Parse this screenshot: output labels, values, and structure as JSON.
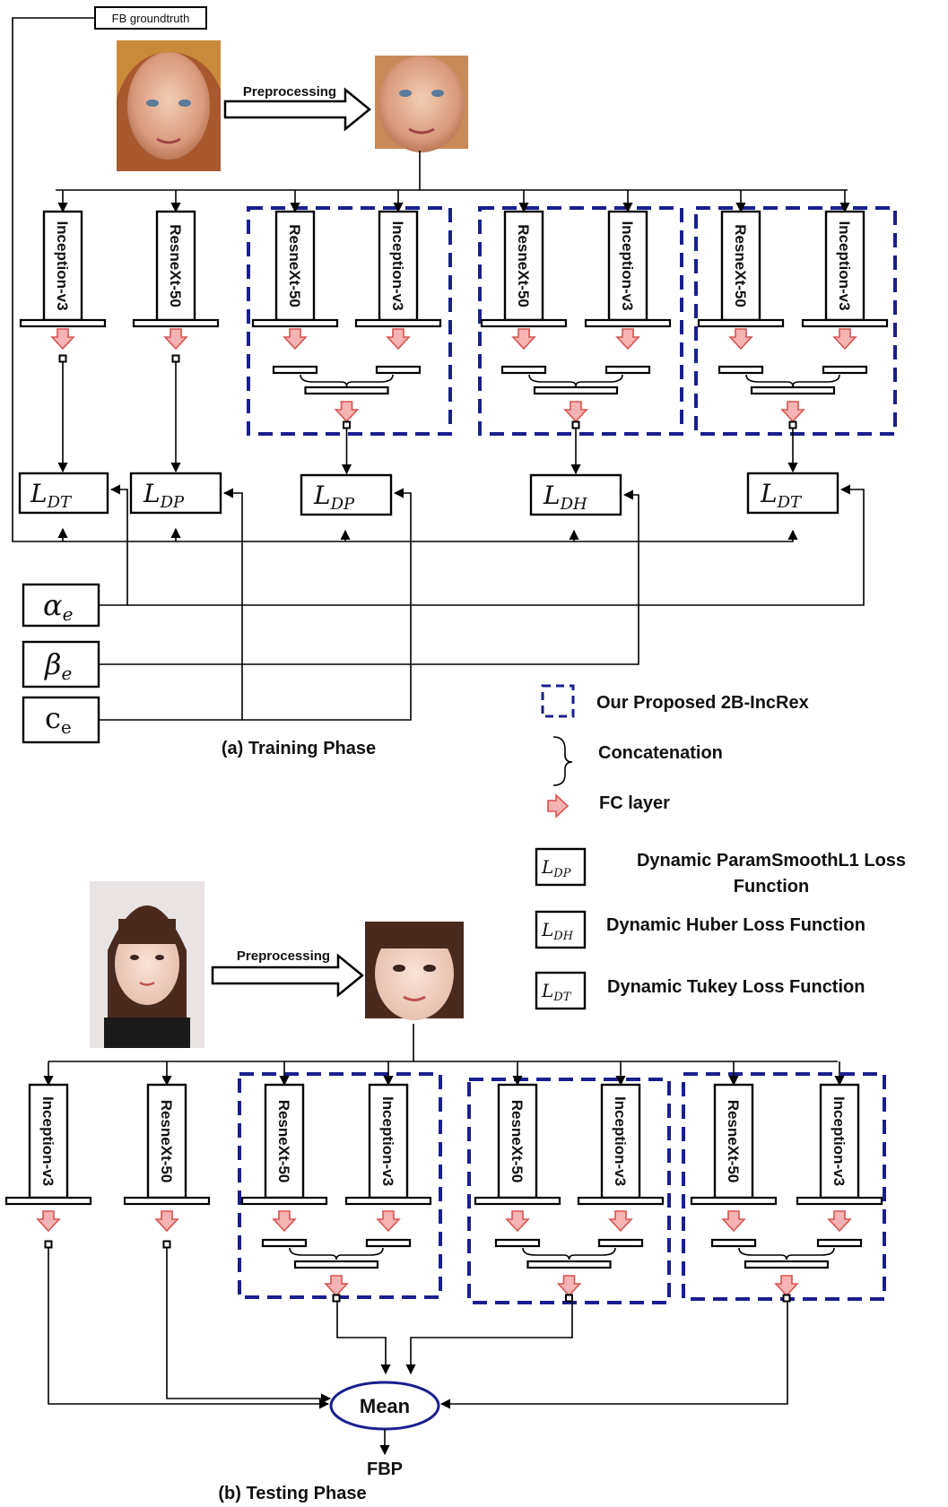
{
  "groundtruth_label": "FB groundtruth",
  "preprocessing_label": "Preprocessing",
  "inception": "Inception-v3",
  "resnext": "ResneXt-50",
  "loss": {
    "dt": {
      "main": "L",
      "sub": "DT"
    },
    "dp": {
      "main": "L",
      "sub": "DP"
    },
    "dh": {
      "main": "L",
      "sub": "DH"
    }
  },
  "params": {
    "alpha": {
      "main": "α",
      "sub": "e"
    },
    "beta": {
      "main": "β",
      "sub": "e"
    },
    "c": {
      "main": "c",
      "sub": "e"
    }
  },
  "training_caption": "(a) Training Phase",
  "testing_caption": "(b) Testing Phase",
  "mean_label": "Mean",
  "output_label": "FBP",
  "legend": {
    "proposed": "Our Proposed 2B-IncRex",
    "concat": "Concatenation",
    "fc": "FC layer",
    "dp_line1": "Dynamic ParamSmoothL1 Loss",
    "dp_line2": "Function",
    "dh": "Dynamic Huber Loss Function",
    "dt": "Dynamic Tukey Loss Function"
  },
  "colors": {
    "dashed_box": "#1a1f8f",
    "fc_arrow_fill": "#f6b3b3",
    "fc_arrow_stroke": "#d9534f"
  }
}
